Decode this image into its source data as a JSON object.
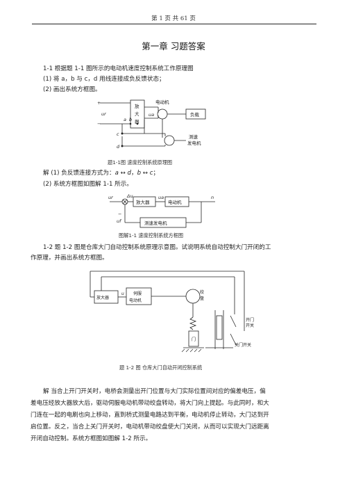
{
  "header": "第 1 页 共 61 页",
  "chapter_title": "第一章  习题答案",
  "q1": {
    "stem": "1-1  根据题 1-1 图所示的电动机速度控制系统工作原理图",
    "item1": "(1)  将 a，b 与 c，d 用线连接成负反馈状态；",
    "item2": "(2)  画出系统方框图。",
    "fig_caption": "题1-1图    速度控制系统原理图",
    "fig_labels": {
      "plus": "+",
      "minus": "−",
      "ur": "ur",
      "a": "a",
      "b": "b",
      "c": "c",
      "d": "d",
      "amp_line1": "放",
      "amp_line2": "大",
      "amp_line3": "器",
      "motor": "电动机",
      "ua": "ua",
      "load": "负载",
      "tacho_line1": "测速",
      "tacho_line2": "发电机"
    },
    "ans_line1_pre": "解    (1)  负反馈连接方式为：",
    "ans_pair1": "a ↔ d",
    "ans_sep": "，",
    "ans_pair2": "b ↔ c",
    "ans_end": "；",
    "ans_line2": "(2)  系统方框图如图解 1-1  所示。",
    "block_caption": "图解1-1 速度控制系统方框图",
    "block_labels": {
      "ur": "ur",
      "du": "Δu",
      "amp": "放大器",
      "ua": "ua",
      "motor": "电动机",
      "n": "n",
      "uf": "uf",
      "tacho": "测速发电机",
      "minus": "−"
    }
  },
  "q2": {
    "stem_l1": "1-2  题 1-2 图是仓库大门自动控制系统原理示意图。试说明系统自动控制大门开闭的工",
    "stem_l2": "作原理，并画出系统方框图。",
    "fig_labels": {
      "amp": "放大器",
      "servo_l1": "伺服",
      "servo_l2": "电动机",
      "u": "u",
      "drum_l1": "绞",
      "drum_l2": "盘",
      "door": "门",
      "open_l1": "开门",
      "open_l2": "开关",
      "close": "关门开关"
    },
    "fig_caption": "题 1-2 图    仓库大门自动开闭控制系统",
    "ans_l1": "解    当合上开门开关时，电桥会测量出开门位置与大门实际位置间对应的偏差电压，偏",
    "ans_l2": "差电压经放大器放大后，驱动伺服电动机带动绞盘转动，将大门向上提起。与此同时，和大",
    "ans_l3": "门连在一起的电刷也向上移动，直到桥式测量电路达到平衡，电动机停止转动，大门达到开",
    "ans_l4": "启位置。反之，当合上关门开关时，电动机带动绞盘使大门关闭，从而可以实现大门远距离",
    "ans_l5": "开闭自动控制。系统方框图如图解 1-2 所示。"
  }
}
